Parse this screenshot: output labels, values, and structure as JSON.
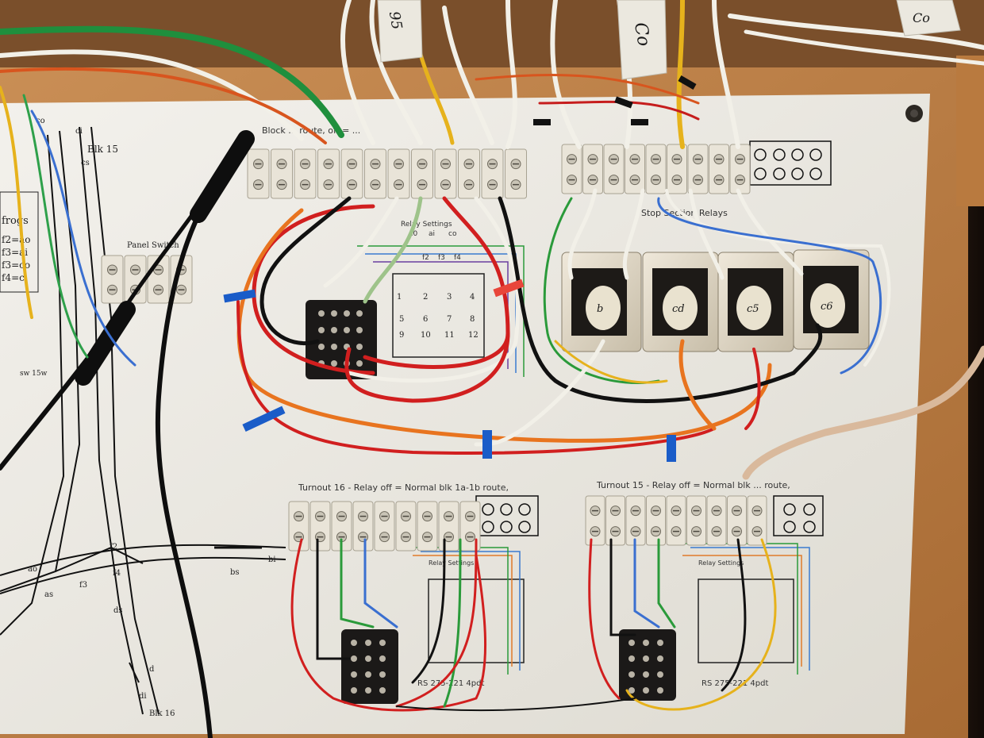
{
  "tags": {
    "tag_left": "95",
    "tag_center": "Co",
    "tag_right": "Co"
  },
  "relay_labels": [
    "b",
    "cd",
    "c5",
    "c6"
  ],
  "headers": {
    "top": "Block ... route, off = ...",
    "stop_relays": "Stop Section Relays",
    "bottom_left": "Turnout 16 - Relay off = Normal blk 1a-1b route,",
    "bottom_right": "Turnout 15 - Relay off = Normal blk ... route,"
  },
  "relay_settings": {
    "title": "Relay Settings",
    "col_labels": [
      "a0",
      "ai",
      "co"
    ],
    "f_labels": [
      "f2",
      "f3",
      "f4"
    ],
    "part_label": "RS 275-221 4pdt"
  },
  "left_chart": {
    "frogs": "frogs",
    "pairs": [
      "f2=ao",
      "f3=ai",
      "f3=co",
      "f4=ci"
    ],
    "panel_switch": "Panel Switch",
    "blk15": "Blk 15",
    "blk16": "Blk 16",
    "sw": "sw 15w",
    "track_labels": [
      "co",
      "ci",
      "cs",
      "ao",
      "as",
      "ds",
      "bs",
      "bi",
      "d",
      "di",
      "f2",
      "f3",
      "f4"
    ]
  },
  "pin_numbers": [
    "1",
    "2",
    "3",
    "4",
    "5",
    "6",
    "7",
    "8",
    "9",
    "10",
    "11",
    "12"
  ]
}
